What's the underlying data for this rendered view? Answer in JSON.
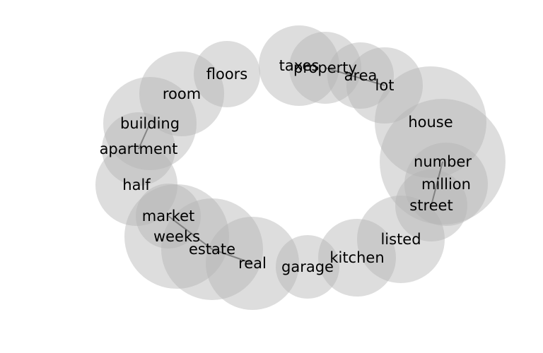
{
  "diagram": {
    "type": "word-bubble-network",
    "bubble_color": "#b3b3b3",
    "text_color": "#000000",
    "link_color": "#555555",
    "words": [
      {
        "id": "taxes",
        "label": "taxes"
      },
      {
        "id": "property",
        "label": "property"
      },
      {
        "id": "area",
        "label": "area"
      },
      {
        "id": "lot",
        "label": "lot"
      },
      {
        "id": "floors",
        "label": "floors"
      },
      {
        "id": "room",
        "label": "room"
      },
      {
        "id": "building",
        "label": "building"
      },
      {
        "id": "apartment",
        "label": "apartment"
      },
      {
        "id": "half",
        "label": "half"
      },
      {
        "id": "market",
        "label": "market"
      },
      {
        "id": "weeks",
        "label": "weeks"
      },
      {
        "id": "estate",
        "label": "estate"
      },
      {
        "id": "real",
        "label": "real"
      },
      {
        "id": "garage",
        "label": "garage"
      },
      {
        "id": "kitchen",
        "label": "kitchen"
      },
      {
        "id": "listed",
        "label": "listed"
      },
      {
        "id": "street",
        "label": "street"
      },
      {
        "id": "million",
        "label": "million"
      },
      {
        "id": "number",
        "label": "number"
      },
      {
        "id": "house",
        "label": "house"
      }
    ],
    "links": [
      {
        "source": "property",
        "target": "lot"
      },
      {
        "source": "building",
        "target": "apartment"
      },
      {
        "source": "market",
        "target": "estate"
      },
      {
        "source": "estate",
        "target": "real"
      },
      {
        "source": "number",
        "target": "street"
      }
    ]
  }
}
